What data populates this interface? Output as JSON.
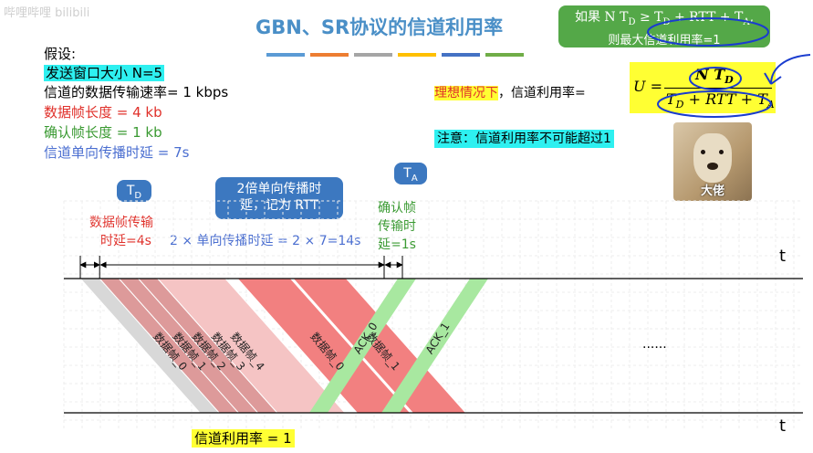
{
  "watermark": "哔哩哔哩 bilibili",
  "title": "GBN、SR协议的信道利用率",
  "title_bar_colors": [
    "#5b9bd5",
    "#ed7d31",
    "#a5a5a5",
    "#ffc000",
    "#4472c4",
    "#70ad47"
  ],
  "assumptions": {
    "heading": "假设:",
    "window": "发送窗口大小 N=5",
    "rate": "信道的数据传输速率= 1 kbps",
    "frame_len": "数据帧长度 = 4 kb",
    "ack_len": "确认帧长度 = 1 kb",
    "prop": "信道单向传播时延 = 7s"
  },
  "ideal": {
    "label_red": "理想情况下",
    "label_rest": "，信道利用率=",
    "formula_lhs": "U =",
    "formula_num": "N T",
    "formula_num_sub": "D",
    "formula_den": "T",
    "formula_den_sub": "D",
    "formula_den_mid": " + RTT + T",
    "formula_den_sub2": "A"
  },
  "note": "注意：信道利用率不可能超过1",
  "green_note": {
    "line1": "如果 N T",
    "line1_sub": "D",
    "line1_rest": " ≥ T",
    "line1_sub2": "D",
    "line1_end": " + RTT + T",
    "line1_sub3": "A",
    "line1_tail": ",",
    "line2": "则最大信道利用率=1"
  },
  "photo_caption": "大佬",
  "callouts": {
    "td": "T",
    "td_sub": "D",
    "rtt_line1": "2倍单向传播时",
    "rtt_line2": "延，记为 RTT",
    "ta": "T",
    "ta_sub": "A"
  },
  "delays": {
    "td_line1": "数据帧传输",
    "td_line2": "时延=4s",
    "rtt_text": "2 × 单向传播时延 = 2 × 7=14s",
    "ta_line1": "确认帧",
    "ta_line2": "传输时",
    "ta_line3": "延=1s"
  },
  "axis_label_top": "t",
  "axis_label_bottom": "t",
  "frames": [
    {
      "label": "数据帧_0",
      "color": "#d8d8d8"
    },
    {
      "label": "数据帧_1",
      "color": "#dd9a9a"
    },
    {
      "label": "数据帧_2",
      "color": "#dd9a9a"
    },
    {
      "label": "数据帧_3",
      "color": "#dd9a9a"
    },
    {
      "label": "数据帧_4",
      "color": "#f5c4c4"
    },
    {
      "label": "数据帧_0",
      "color": "#f28080"
    },
    {
      "label": "数据帧_1",
      "color": "#f28080"
    }
  ],
  "acks": [
    {
      "label": "ACK_0",
      "color": "#a8e8a0"
    },
    {
      "label": "ACK_1",
      "color": "#a8e8a0"
    }
  ],
  "ellipsis": "......",
  "utilization": "信道利用率 = 1"
}
